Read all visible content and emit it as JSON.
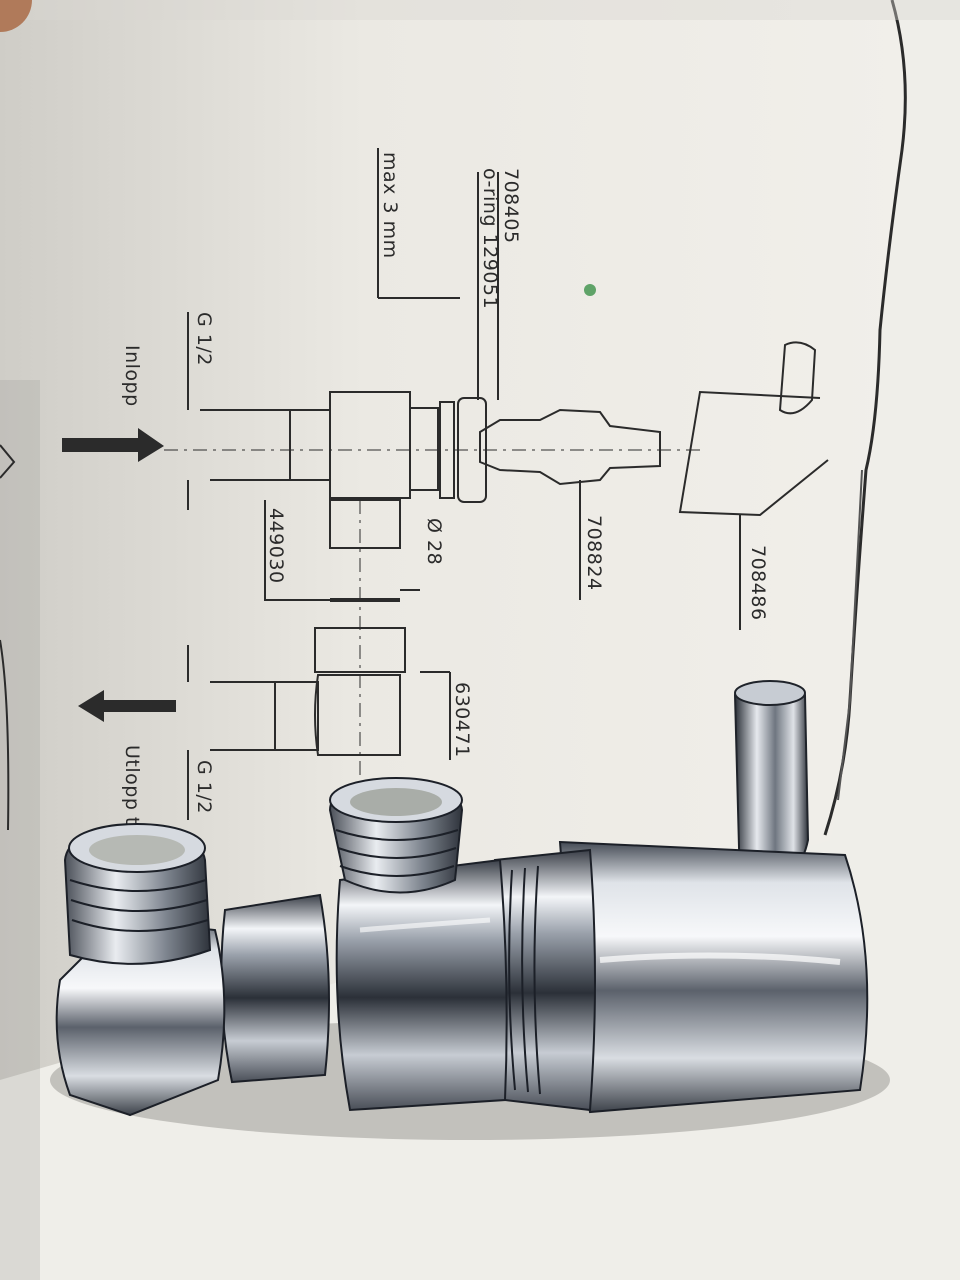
{
  "colors": {
    "paper": "#eeece6",
    "paper_shadow": "#c9c7c1",
    "ink": "#2b2b2b",
    "chrome_light": "#f2f4f7",
    "chrome_mid": "#8f97a3",
    "chrome_dark": "#1c2028"
  },
  "diagram": {
    "part_708486": "708486",
    "part_708824": "708824",
    "part_708405": "708405",
    "oring_label": "o-ring 129051",
    "max_label": "max 3 mm",
    "dia_label": "Ø 28",
    "part_449030": "449030",
    "part_630471": "630471",
    "inlet_thread": "G 1/2",
    "inlet_label": "Inlopp",
    "outlet_thread": "G 1/2",
    "outlet_label": "Utlopp till"
  }
}
